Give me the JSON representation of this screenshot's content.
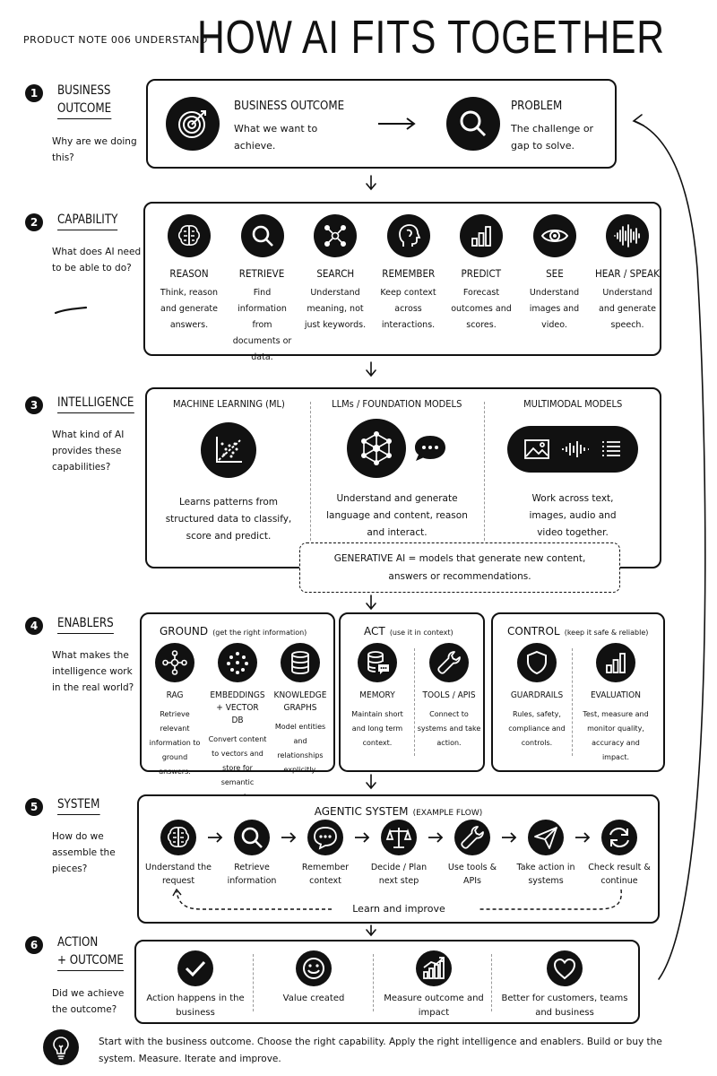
{
  "header": {
    "kicker": "PRODUCT NOTE 006 UNDERSTAND",
    "title": "HOW AI FITS TOGETHER"
  },
  "sections": [
    {
      "n": "1",
      "name": [
        "BUSINESS",
        "OUTCOME"
      ],
      "question": "Why are we doing this?"
    },
    {
      "n": "2",
      "name": [
        "CAPABILITY"
      ],
      "question": "What does AI need to be able to do?"
    },
    {
      "n": "3",
      "name": [
        "INTELLIGENCE"
      ],
      "question": "What kind of AI provides these capabilities?"
    },
    {
      "n": "4",
      "name": [
        "ENABLERS"
      ],
      "question": "What makes the intelligence work in the real world?"
    },
    {
      "n": "5",
      "name": [
        "SYSTEM"
      ],
      "question": "How do we assemble the pieces?"
    },
    {
      "n": "6",
      "name": [
        "ACTION",
        "+ OUTCOME"
      ],
      "question": "Did we achieve the outcome?"
    }
  ],
  "business": {
    "outcome": {
      "title": "BUSINESS OUTCOME",
      "text": "What we want to achieve.",
      "icon": "target-icon"
    },
    "problem": {
      "title": "PROBLEM",
      "text": "The challenge or gap to solve.",
      "icon": "magnifier-icon"
    }
  },
  "capabilities": [
    {
      "label": "REASON",
      "text": "Think, reason and generate answers.",
      "icon": "brain-icon"
    },
    {
      "label": "RETRIEVE",
      "text": "Find information from documents or data.",
      "icon": "search-icon"
    },
    {
      "label": "SEARCH",
      "text": "Understand meaning, not just keywords.",
      "icon": "network-icon"
    },
    {
      "label": "REMEMBER",
      "text": "Keep context across interactions.",
      "icon": "head-icon"
    },
    {
      "label": "PREDICT",
      "text": "Forecast outcomes and scores.",
      "icon": "bar-chart-icon"
    },
    {
      "label": "SEE",
      "text": "Understand images and video.",
      "icon": "eye-icon"
    },
    {
      "label": "HEAR / SPEAK",
      "text": "Understand and generate speech.",
      "icon": "waveform-icon"
    }
  ],
  "intelligence": [
    {
      "title": "MACHINE LEARNING (ML)",
      "text": "Learns patterns from structured data to classify, score and predict.",
      "icon": "scatter-plot-icon"
    },
    {
      "title": "LLMs / FOUNDATION MODELS",
      "text": "Understand and generate language and content, reason and interact.",
      "icon": "neural-network-icon"
    },
    {
      "title": "MULTIMODAL MODELS",
      "text": "Work across text, images, audio and video together.",
      "icon": "multimodal-icon"
    }
  ],
  "genai": "GENERATIVE AI = models that generate new content, answers or recommendations.",
  "enablers": {
    "ground": {
      "title": "GROUND",
      "sub": "(get the right information)",
      "items": [
        {
          "label": "RAG",
          "text": "Retrieve relevant information to ground answers.",
          "icon": "hub-icon"
        },
        {
          "label": "EMBEDDINGS + VECTOR DB",
          "text": "Convert content to vectors and store for semantic search.",
          "icon": "dots-icon"
        },
        {
          "label": "KNOWLEDGE GRAPHS",
          "text": "Model entities and relationships explicitly.",
          "icon": "database-icon"
        }
      ]
    },
    "act": {
      "title": "ACT",
      "sub": "(use it in context)",
      "items": [
        {
          "label": "MEMORY",
          "text": "Maintain short and long term context.",
          "icon": "memory-db-icon"
        },
        {
          "label": "TOOLS / APIS",
          "text": "Connect to systems and take action.",
          "icon": "wrench-icon"
        }
      ]
    },
    "control": {
      "title": "CONTROL",
      "sub": "(keep it safe & reliable)",
      "items": [
        {
          "label": "GUARDRAILS",
          "text": "Rules, safety, compliance and controls.",
          "icon": "shield-icon"
        },
        {
          "label": "EVALUATION",
          "text": "Test, measure and monitor quality, accuracy and impact.",
          "icon": "bar-chart-icon"
        }
      ]
    }
  },
  "system": {
    "title": "AGENTIC SYSTEM",
    "sub": "(EXAMPLE FLOW)",
    "steps": [
      {
        "label": "Understand the request",
        "icon": "brain-icon"
      },
      {
        "label": "Retrieve information",
        "icon": "search-icon"
      },
      {
        "label": "Remember context",
        "icon": "chat-icon"
      },
      {
        "label": "Decide / Plan next step",
        "icon": "scales-icon"
      },
      {
        "label": "Use tools & APIs",
        "icon": "wrench-icon"
      },
      {
        "label": "Take action in systems",
        "icon": "send-icon"
      },
      {
        "label": "Check result & continue",
        "icon": "refresh-icon"
      }
    ],
    "loop": "Learn and improve"
  },
  "outcomes": [
    {
      "label": "Action happens in the business",
      "icon": "check-icon"
    },
    {
      "label": "Value created",
      "icon": "smile-icon"
    },
    {
      "label": "Measure outcome and impact",
      "icon": "growth-chart-icon"
    },
    {
      "label": "Better for customers, teams and business",
      "icon": "heart-icon"
    }
  ],
  "footer": {
    "icon": "lightbulb-icon",
    "text": "Start with the business outcome. Choose the right capability. Apply the right intelligence and enablers. Build or buy the system. Measure. Iterate and improve."
  }
}
